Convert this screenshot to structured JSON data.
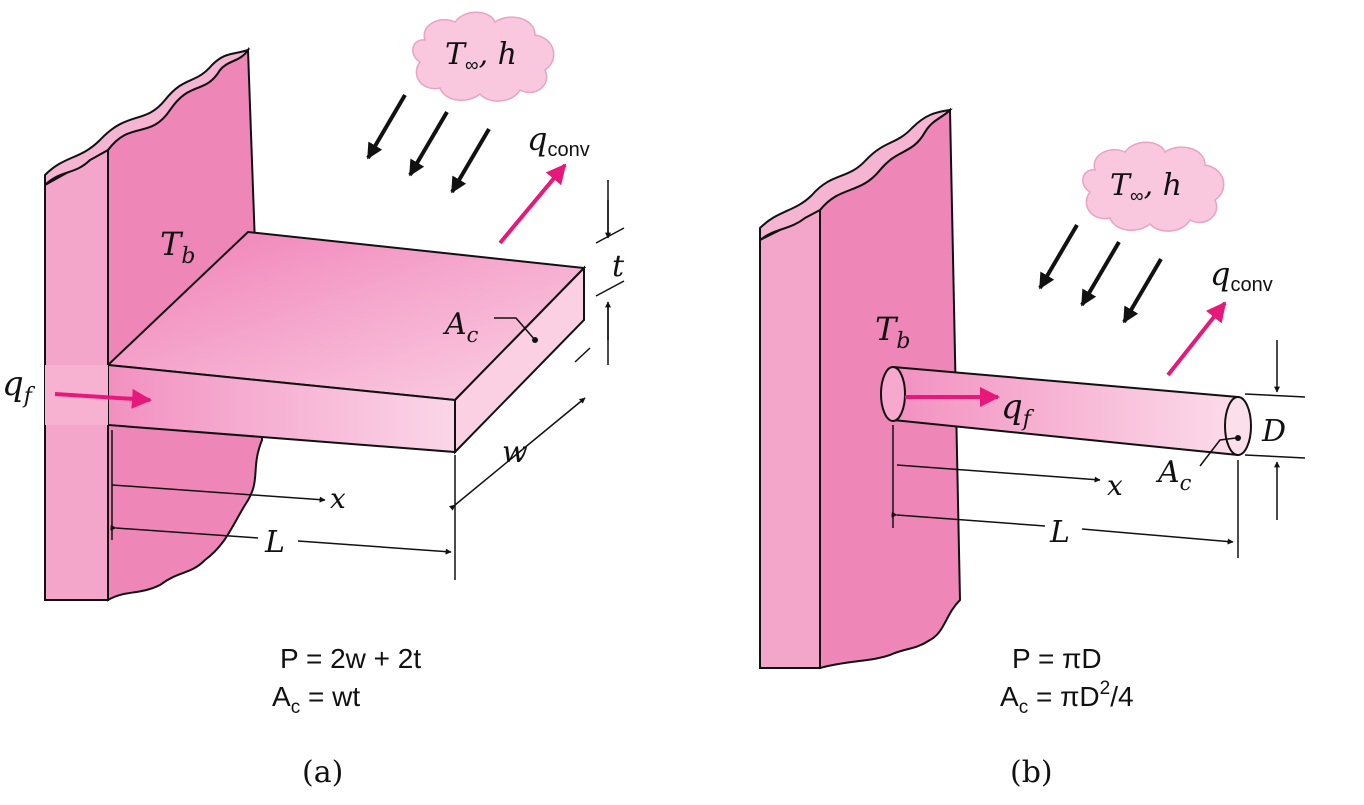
{
  "colors": {
    "fin_face": "#f7a8cf",
    "fin_top": "#f290c0",
    "wall_front": "#ee86b8",
    "wall_side": "#f4a6ca",
    "cloud": "#f9c8de",
    "heat_arrow": "#e6197a",
    "ink": "#111111"
  },
  "icons": {
    "cloud": "cloud-icon",
    "wind": "arrow-down-left-icon",
    "heat": "arrow-icon"
  },
  "panel_a": {
    "ambient_T": "T",
    "ambient_sub": "∞",
    "ambient_h": ", h",
    "base_temp": "T",
    "base_temp_sub": "b",
    "heat_fin": "q",
    "heat_fin_sub": "f",
    "heat_conv": "q",
    "heat_conv_sub": "conv",
    "area_label": "A",
    "area_sub": "c",
    "thickness": "t",
    "width": "w",
    "length": "L",
    "axis": "x",
    "perimeter_eq": "P = 2w + 2t",
    "area_eq_a": "A",
    "area_eq_sub": "c",
    "area_eq_rest": " = wt",
    "caption": "(a)"
  },
  "panel_b": {
    "ambient_T": "T",
    "ambient_sub": "∞",
    "ambient_h": ", h",
    "base_temp": "T",
    "base_temp_sub": "b",
    "heat_fin": "q",
    "heat_fin_sub": "f",
    "heat_conv": "q",
    "heat_conv_sub": "conv",
    "area_label": "A",
    "area_sub": "c",
    "diameter": "D",
    "length": "L",
    "axis": "x",
    "perimeter_eq": "P = πD",
    "area_eq_a": "A",
    "area_eq_sub": "c",
    "area_eq_rest": " = πD",
    "area_eq_sup": "2",
    "area_eq_tail": "/4",
    "caption": "(b)"
  }
}
